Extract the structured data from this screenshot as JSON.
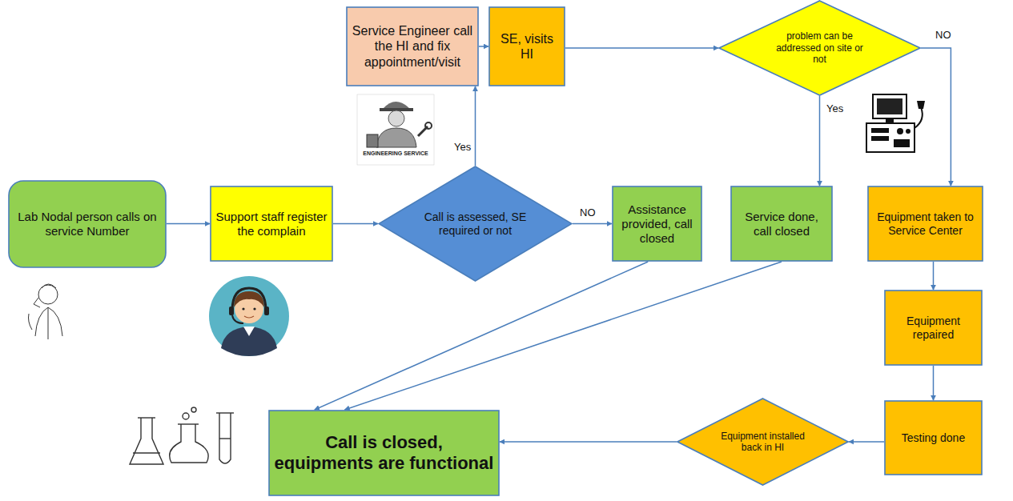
{
  "diagram": {
    "nodes": [
      {
        "text": [
          "Service Engineer call the HI and fix appointment/visit"
        ]
      },
      {
        "text": [
          "SE, visits HI"
        ]
      },
      {
        "text": [
          "problem can be addressed on site or not"
        ]
      },
      {
        "text": [
          "Lab Nodal person calls on service Number"
        ]
      },
      {
        "text": [
          "Support staff register the complain"
        ]
      },
      {
        "text": [
          "Call is assessed, SE required or not"
        ]
      },
      {
        "text": [
          "Assistance provided, call closed"
        ]
      },
      {
        "text": [
          "Service done, call closed"
        ]
      },
      {
        "text": [
          "Equipment taken to Service Center"
        ]
      },
      {
        "text": [
          "Equipment repaired"
        ]
      },
      {
        "text": [
          "Testing done"
        ]
      },
      {
        "text": [
          "Equipment installed back in HI"
        ]
      },
      {
        "text": [
          "Call is closed, equipments are functional"
        ]
      }
    ],
    "edges": [
      {
        "from": 3,
        "to": 4,
        "arrow": "to"
      },
      {
        "from": 4,
        "to": 5,
        "arrow": "to"
      },
      {
        "from": 5,
        "to": 0,
        "label": "Yes",
        "arrow": "to"
      },
      {
        "from": 5,
        "to": 6,
        "label": "NO",
        "arrow": "to"
      },
      {
        "from": 0,
        "to": 1,
        "arrow": "to"
      },
      {
        "from": 1,
        "to": 2,
        "arrow": "to"
      },
      {
        "from": 2,
        "to": 7,
        "label": "Yes",
        "arrow": "to"
      },
      {
        "from": 2,
        "to": 8,
        "label": "NO",
        "arrow": "to"
      },
      {
        "from": 8,
        "to": 9,
        "arrow": "to"
      },
      {
        "from": 9,
        "to": 10,
        "arrow": "to"
      },
      {
        "from": 10,
        "to": 11,
        "arrow": "to"
      },
      {
        "from": 11,
        "to": 12,
        "arrow": "to"
      },
      {
        "from": 6,
        "to": 12,
        "arrow": "to"
      },
      {
        "from": 7,
        "to": 12,
        "arrow": "to"
      }
    ],
    "labels": [
      "ENGINEERING SERVICE"
    ]
  }
}
